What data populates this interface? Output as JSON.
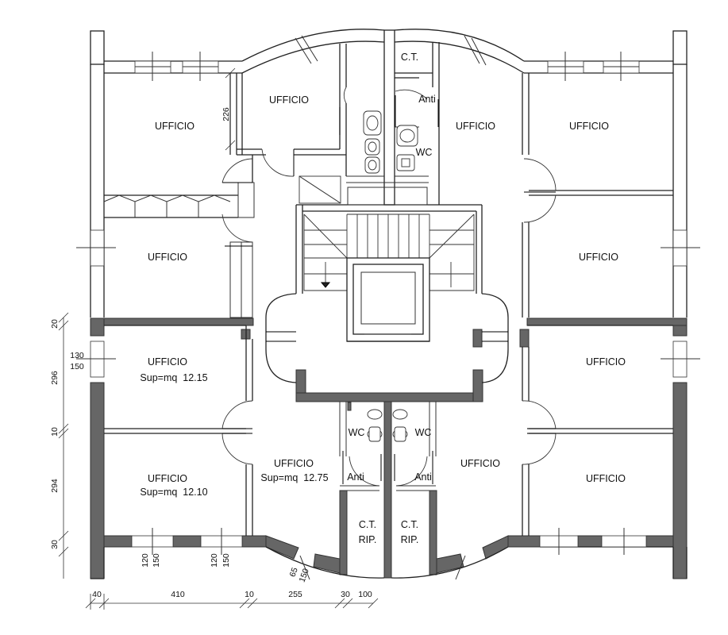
{
  "rooms": {
    "uff_top_left": "UFFICIO",
    "uff_top_center": "UFFICIO",
    "ct_top": "C.T.",
    "anti_top": "Anti",
    "wc_top": "WC",
    "uff_top_right_inner": "UFFICIO",
    "uff_top_right": "UFFICIO",
    "uff_mid_left": "UFFICIO",
    "uff_mid_right": "UFFICIO",
    "uff_a": "UFFICIO",
    "uff_a_sup": "Sup=mq  12.15",
    "uff_b": "UFFICIO",
    "uff_b_sup": "Sup=mq  12.10",
    "uff_c": "UFFICIO",
    "uff_c_sup": "Sup=mq  12.75",
    "wc_left": "WC",
    "wc_right": "WC",
    "anti_left": "Anti",
    "anti_right": "Anti",
    "ct_rip_left_1": "C.T.",
    "ct_rip_left_2": "RIP.",
    "ct_rip_right_1": "C.T.",
    "ct_rip_right_2": "RIP.",
    "uff_bottom_center_right": "UFFICIO",
    "uff_right_lower_1": "UFFICIO",
    "uff_right_lower_2": "UFFICIO"
  },
  "dimensions": {
    "d226": "226",
    "left_20": "20",
    "left_130": "130",
    "left_150": "150",
    "left_296": "296",
    "left_10": "10",
    "left_294": "294",
    "left_30": "30",
    "bottom_40": "40",
    "bottom_410": "410",
    "bottom_10": "10",
    "bottom_255": "255",
    "bottom_30": "30",
    "bottom_100": "100",
    "win1_120": "120",
    "win1_150": "150",
    "win2_120": "120",
    "win2_150": "150",
    "win3_65": "65",
    "win3_150": "150"
  }
}
